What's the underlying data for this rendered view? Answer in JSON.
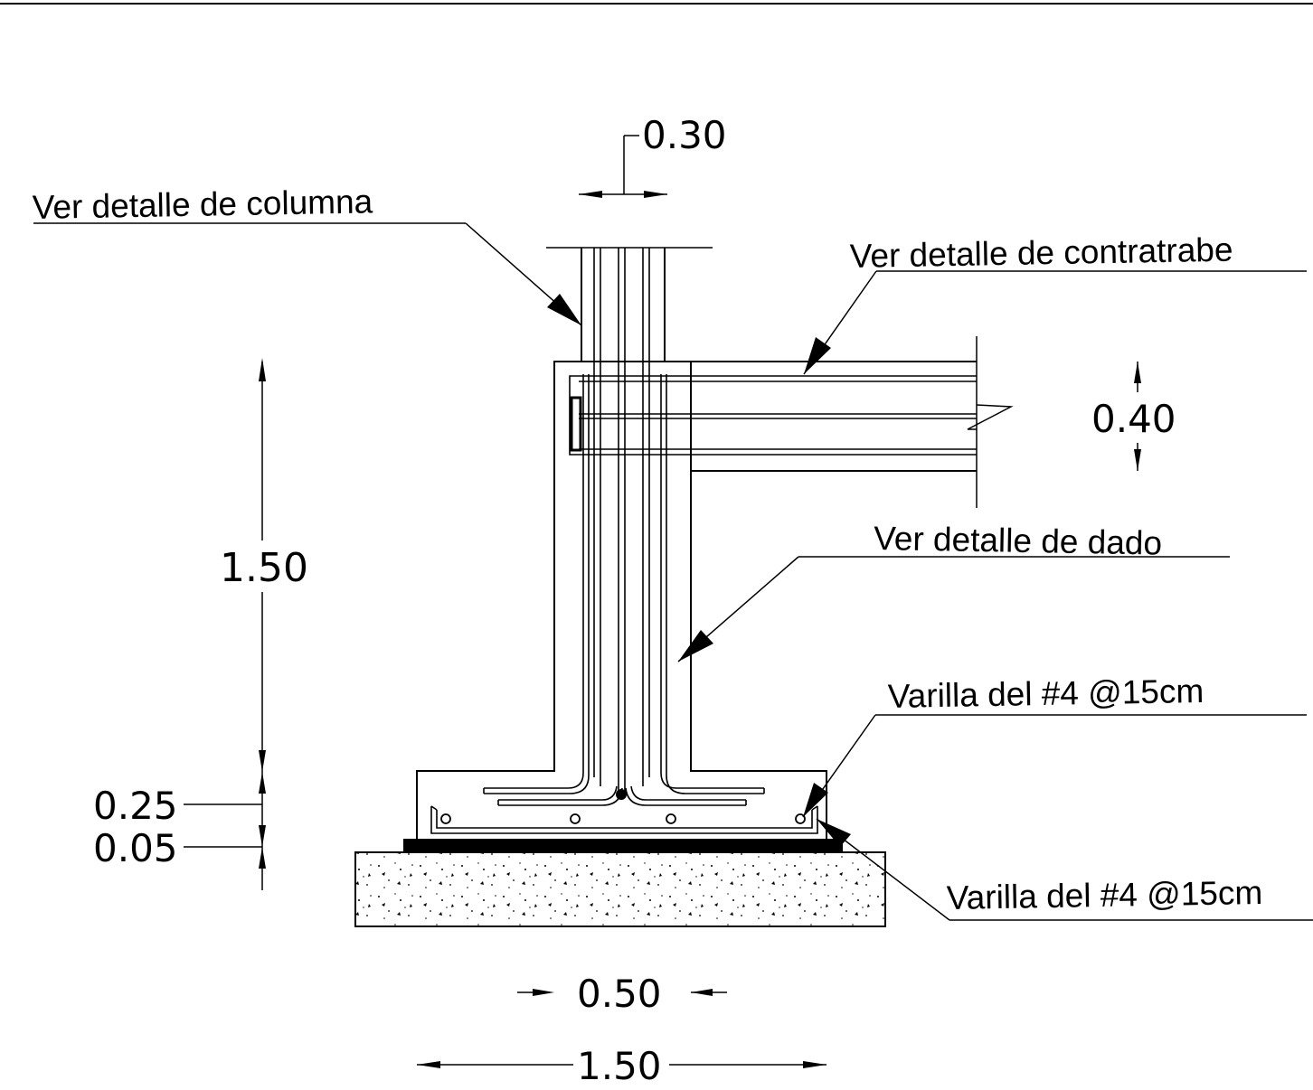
{
  "labels": {
    "column_detail": "Ver detalle de columna",
    "beam_detail": "Ver detalle de contratrabe",
    "pier_detail": "Ver detalle de dado",
    "rebar_top": "Varilla del #4 @15cm",
    "rebar_bottom": "Varilla del #4 @15cm"
  },
  "dimensions": {
    "column_width": "0.30",
    "beam_height": "0.40",
    "pier_height": "1.50",
    "footing_thickness": "0.25",
    "base_thickness": "0.05",
    "pier_width": "0.50",
    "footing_width": "1.50"
  }
}
